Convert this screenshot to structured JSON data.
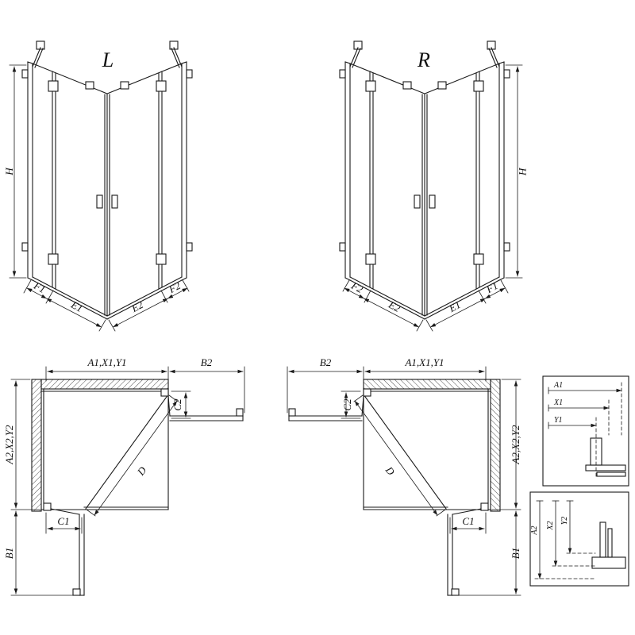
{
  "drawing": {
    "background": "#ffffff",
    "line_color": "#1a1a1a",
    "front_left": {
      "variant": "L",
      "dim_h": "H",
      "dim_f1": "F1",
      "dim_e1": "E1",
      "dim_e2": "E2",
      "dim_f2": "F2"
    },
    "front_right": {
      "variant": "R",
      "dim_h": "H",
      "dim_f1": "F1",
      "dim_e1": "E1",
      "dim_e2": "E2",
      "dim_f2": "F2"
    },
    "plan_left": {
      "dim_top": "A1,X1,Y1",
      "dim_b2": "B2",
      "dim_c2": "C2",
      "dim_side": "A2,X2,Y2",
      "dim_c1": "C1",
      "dim_b1": "B1",
      "dim_d": "D"
    },
    "plan_right": {
      "dim_top": "A1,X1,Y1",
      "dim_b2": "B2",
      "dim_c2": "C2",
      "dim_side": "A2,X2,Y2",
      "dim_c1": "C1",
      "dim_b1": "B1",
      "dim_d": "D"
    },
    "detail_width": {
      "dim_a1": "A1",
      "dim_x1": "X1",
      "dim_y1": "Y1"
    },
    "detail_height": {
      "dim_a2": "A2",
      "dim_x2": "X2",
      "dim_y2": "Y2"
    }
  }
}
